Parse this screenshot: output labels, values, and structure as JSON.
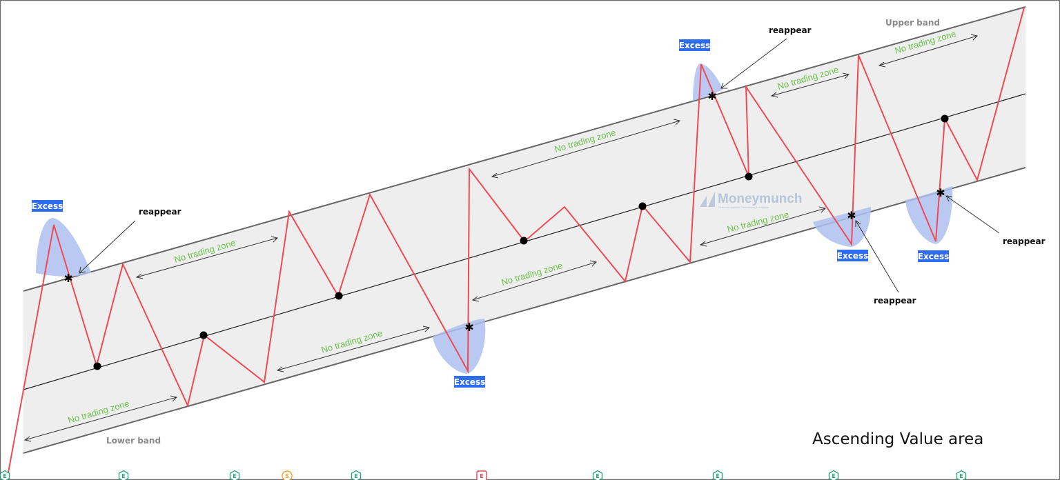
{
  "title": "Ascending Value area",
  "band_labels": {
    "upper": "Upper band",
    "lower": "Lower band"
  },
  "zone_label": "No trading zone",
  "excess_label": "Excess",
  "reappear_label": "reappear",
  "watermark": {
    "brand": "Moneymunch",
    "tagline": "Financial Markets Forecasting & Analysis"
  },
  "bottom_badges": [
    {
      "letter": "E",
      "color": "#2aa37c"
    },
    {
      "letter": "E",
      "color": "#2aa37c"
    },
    {
      "letter": "E",
      "color": "#2aa37c"
    },
    {
      "letter": "S",
      "color": "#f0a030"
    },
    {
      "letter": "E",
      "color": "#2aa37c"
    },
    {
      "letter": "E",
      "color": "#e0484f"
    },
    {
      "letter": "E",
      "color": "#2aa37c"
    },
    {
      "letter": "E",
      "color": "#2aa37c"
    },
    {
      "letter": "E",
      "color": "#2aa37c"
    },
    {
      "letter": "E",
      "color": "#2aa37c"
    }
  ],
  "colors": {
    "price_line": "#ef4a53",
    "excess_highlight": "#aebff0",
    "excess_tag": "#2f6df0",
    "zone_text": "#6cc24a",
    "band_fill": "#eeeeee"
  }
}
